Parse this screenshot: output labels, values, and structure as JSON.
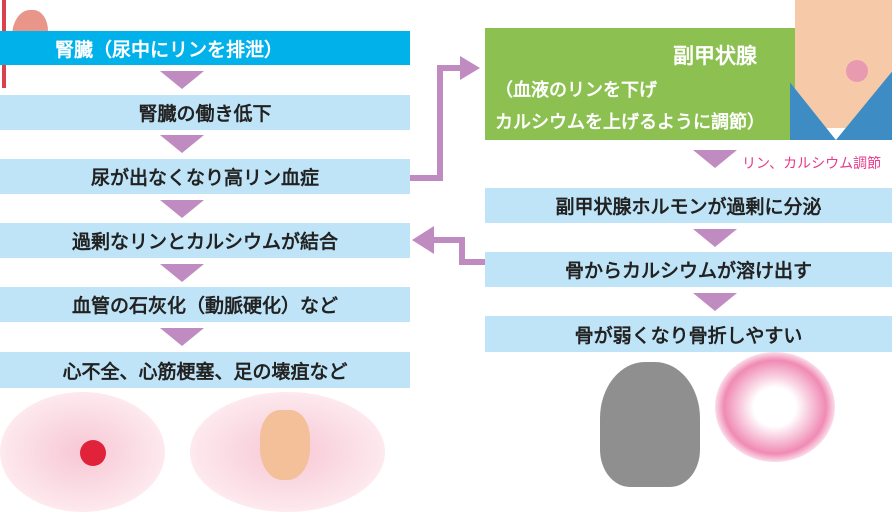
{
  "left_flow": [
    "腎臓（尿中にリンを排泄）",
    "腎臓の働き低下",
    "尿が出なくなり高リン血症",
    "過剰なリンとカルシウムが結合",
    "血管の石灰化（動脈硬化）など",
    "心不全、心筋梗塞、足の壊疽など"
  ],
  "parathyroid": {
    "title": "副甲状腺",
    "desc_line1": "（血液のリンを下げ",
    "desc_line2": "カルシウムを上げるように調節）"
  },
  "regulation_label": "リン、カルシウム調節",
  "right_flow": [
    "副甲状腺ホルモンが過剰に分泌",
    "骨からカルシウムが溶け出す",
    "骨が弱くなり骨折しやすい"
  ],
  "colors": {
    "dark_blue": "#00b1ea",
    "light_blue": "#bfe4f7",
    "green": "#8cc152",
    "arrow": "#c08bc0",
    "pink": "#e8388a"
  }
}
